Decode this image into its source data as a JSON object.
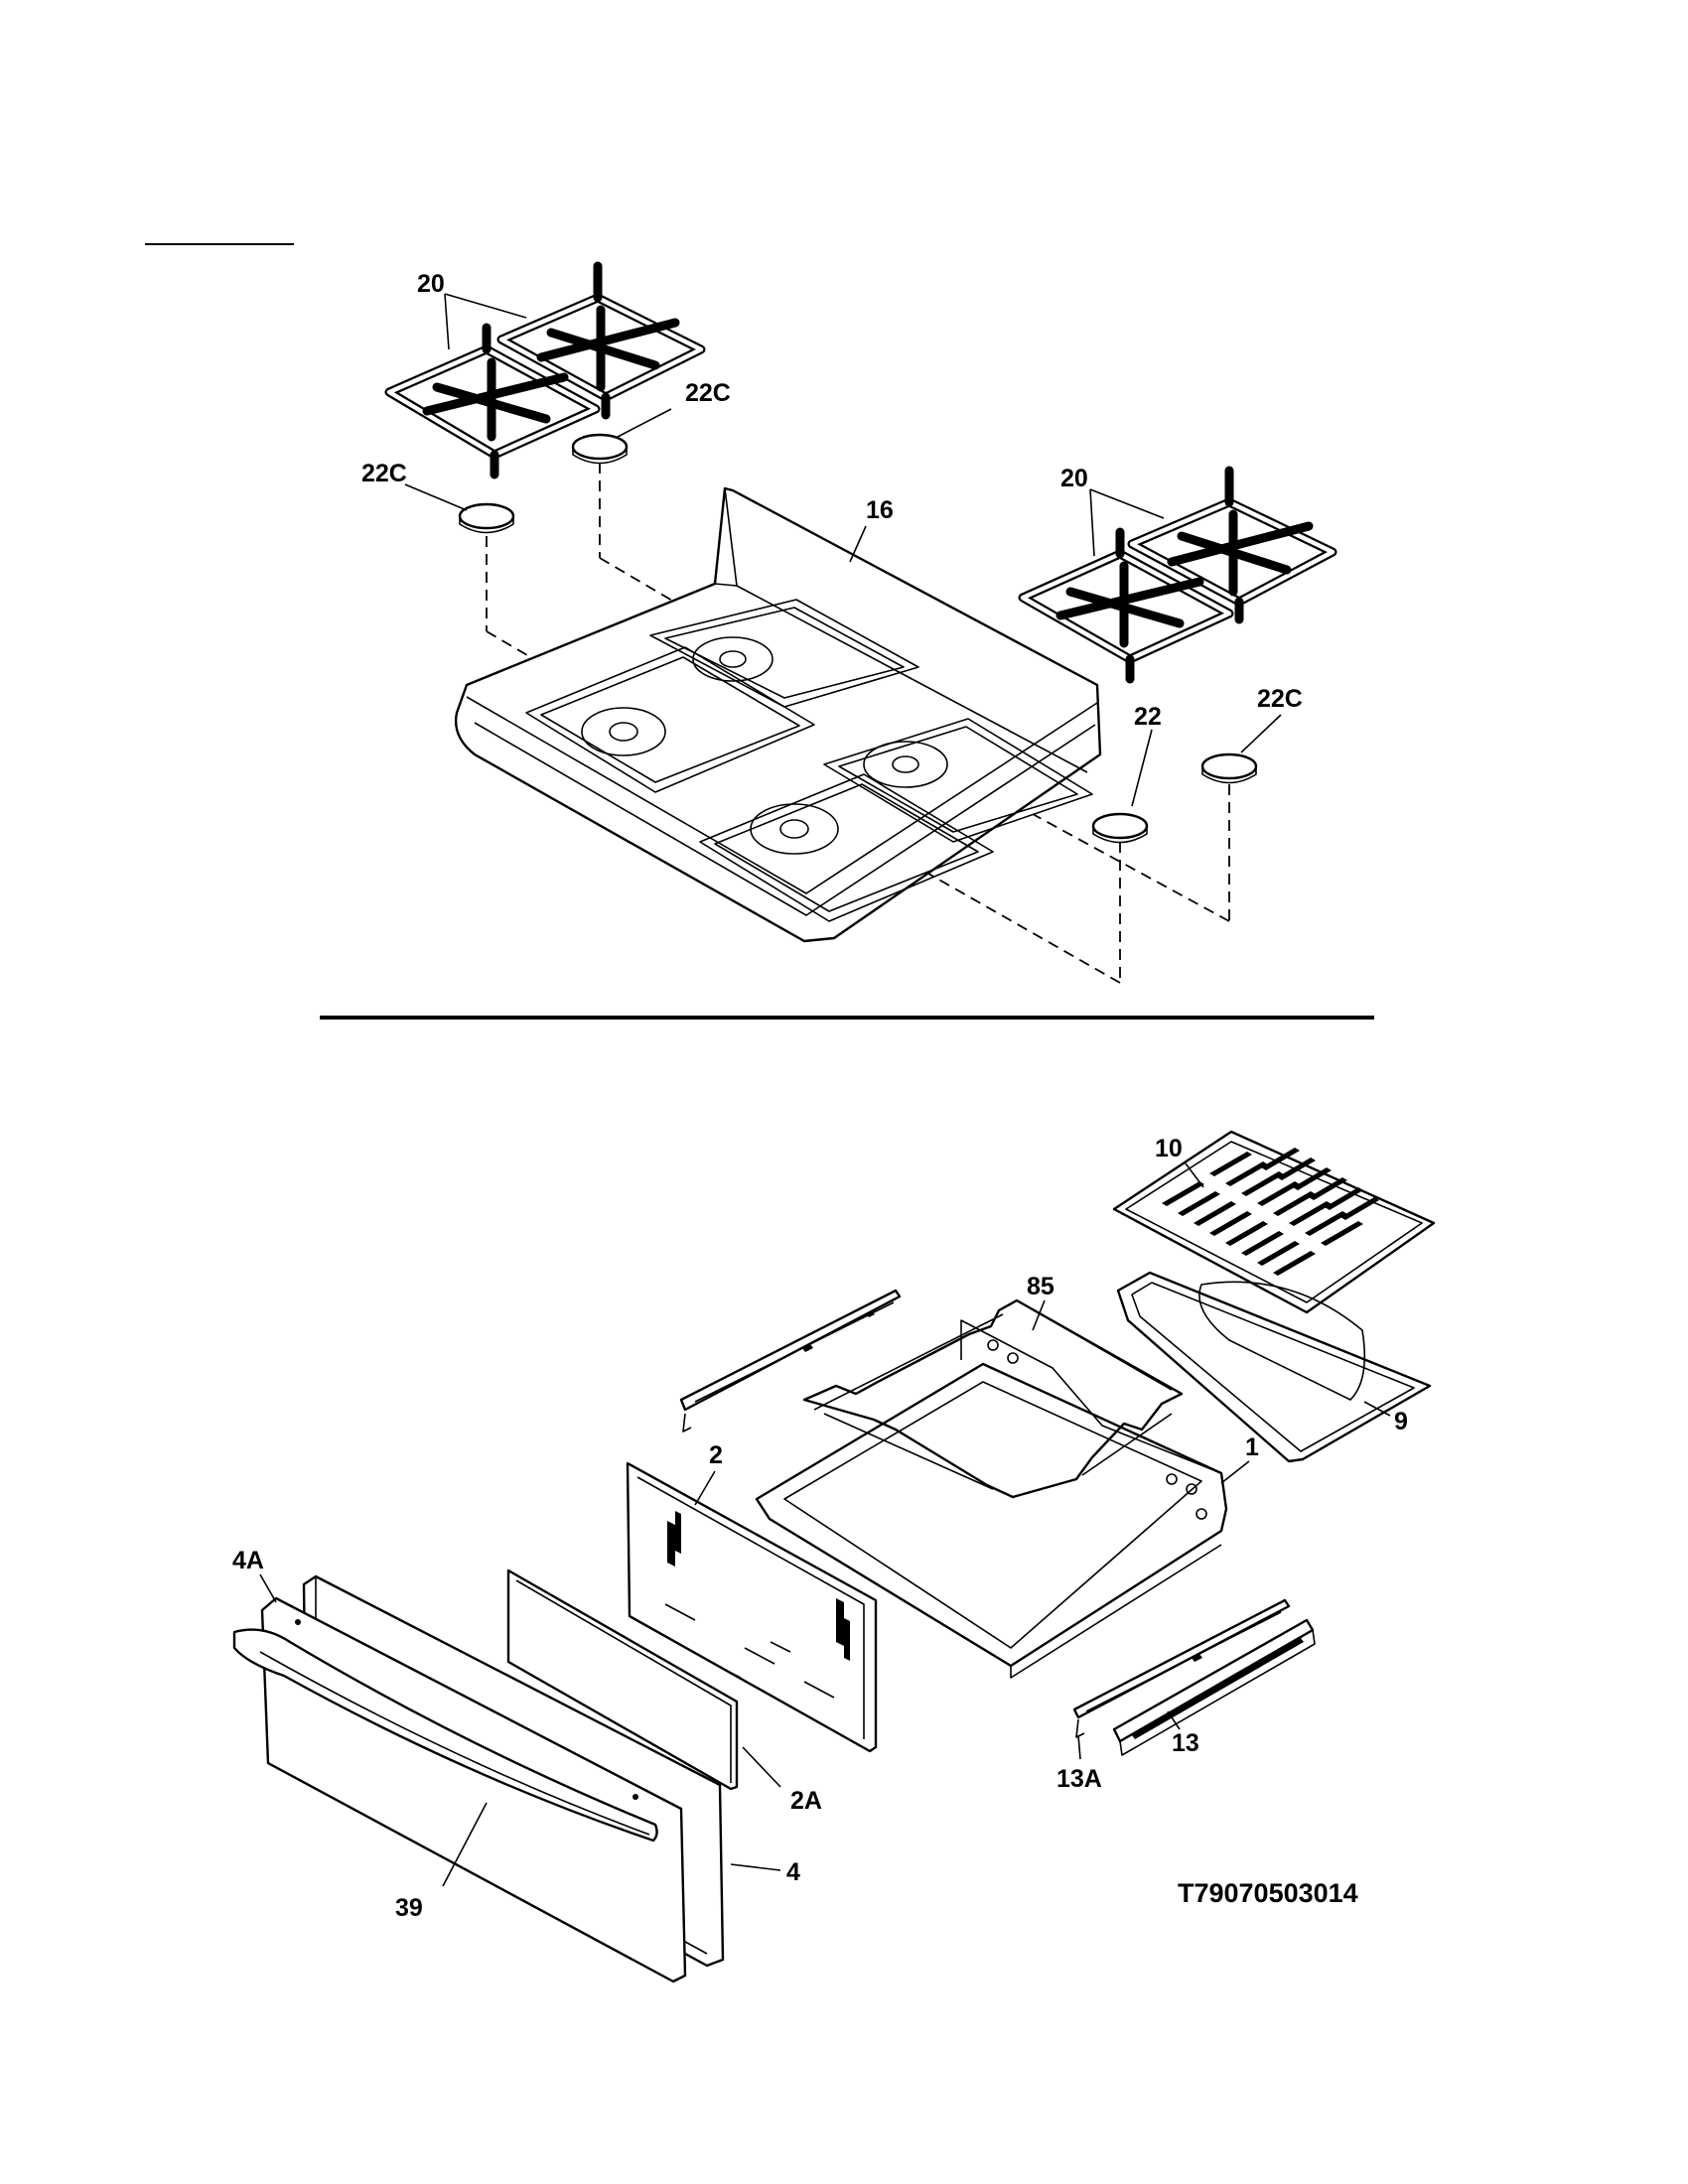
{
  "labels": {
    "l20a": "20",
    "l22c_a": "22C",
    "l22c_b": "22C",
    "l16": "16",
    "l20b": "20",
    "l22": "22",
    "l22c_c": "22C",
    "l10": "10",
    "l85": "85",
    "l9": "9",
    "l1": "1",
    "l2": "2",
    "l4a": "4A",
    "l2a": "2A",
    "l13": "13",
    "l13a": "13A",
    "l4": "4",
    "l39": "39"
  },
  "diagram_code": "T79070503014"
}
